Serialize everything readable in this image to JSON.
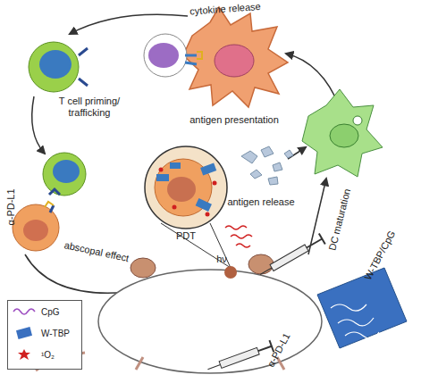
{
  "diagram": {
    "labels": [
      "cytokine release",
      "antigen presentation",
      "T cell priming/ trafficking",
      "α-PD-L1",
      "abscopal effect",
      "PDT",
      "hν",
      "antigen release",
      "DC maturation",
      "W-TBP/CpG",
      "α-PD-L1"
    ],
    "legend": [
      {
        "text": "CpG"
      },
      {
        "text": "W-TBP"
      },
      {
        "text": "¹O₂"
      }
    ]
  }
}
